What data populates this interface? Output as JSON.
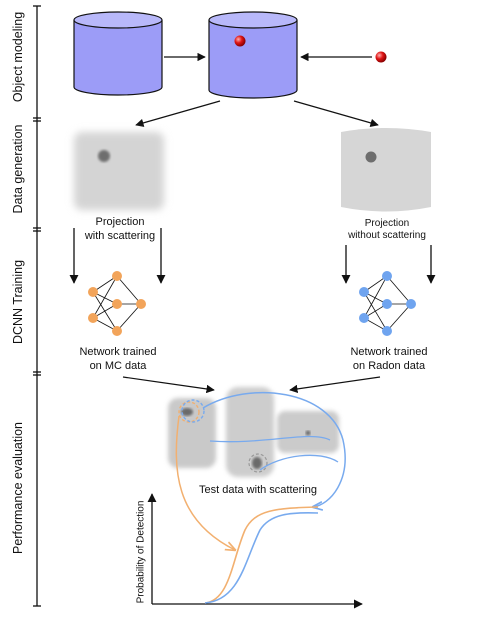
{
  "stages": {
    "object_modeling": "Object modeling",
    "data_generation": "Data generation",
    "dcnn_training": "DCNN Training",
    "performance_evaluation": "Performance evaluation"
  },
  "generation": {
    "with_scatter_line1": "Projection",
    "with_scatter_line2": "with scattering",
    "without_scatter_line1": "Projection",
    "without_scatter_line2": "without scattering"
  },
  "training": {
    "mc_line1": "Network trained",
    "mc_line2": "on MC data",
    "radon_line1": "Network trained",
    "radon_line2": "on Radon data"
  },
  "evaluation": {
    "test_data_label": "Test data with scattering",
    "ylabel": "Probability of Detection"
  },
  "colors": {
    "cylinder_fill": "#9c9cf7",
    "lesion": "#e01515",
    "mc_network": "#f2a45a",
    "radon_network": "#6fa4ef",
    "mc_curve": "#f2b070",
    "radon_curve": "#78aaee"
  }
}
